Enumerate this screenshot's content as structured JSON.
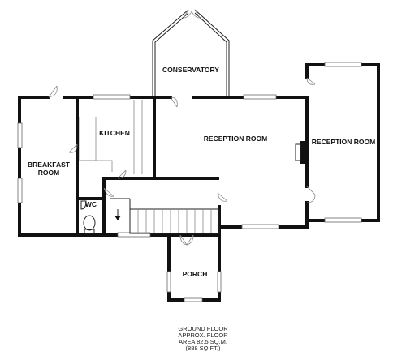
{
  "floorplan": {
    "rooms": {
      "conservatory": "CONSERVATORY",
      "kitchen": "KITCHEN",
      "breakfast_line1": "BREAKFAST",
      "breakfast_line2": "ROOM",
      "reception_main": "RECEPTION ROOM",
      "reception_right": "RECEPTION ROOM",
      "wc": "WC",
      "porch": "PORCH"
    },
    "caption": {
      "line1": "GROUND FLOOR",
      "line2": "APPROX. FLOOR",
      "line3": "AREA 82.5 SQ.M.",
      "line4": "(888 SQ.FT.)"
    }
  }
}
